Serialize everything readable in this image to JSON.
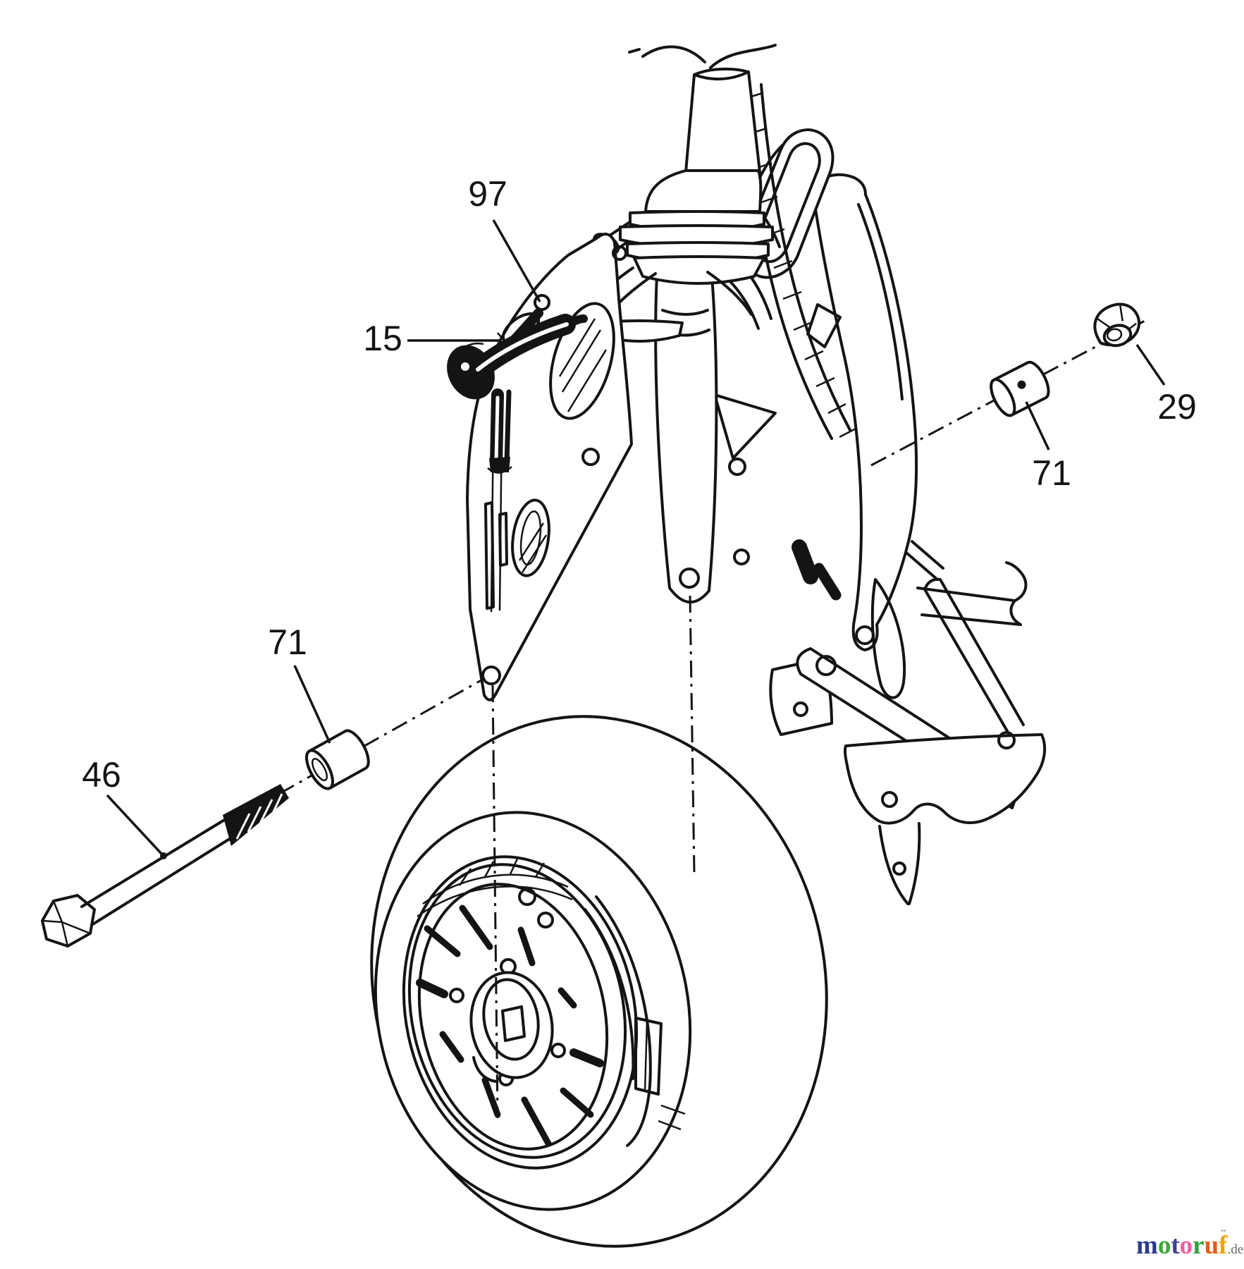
{
  "colors": {
    "ink": "#141414",
    "background": "#ffffff"
  },
  "diagram": {
    "type": "exploded-parts-diagram",
    "subject": "caster wheel assembly",
    "callouts": [
      {
        "id": "97",
        "label": "97"
      },
      {
        "id": "15",
        "label": "15"
      },
      {
        "id": "29",
        "label": "29"
      },
      {
        "id": "71-right",
        "label": "71"
      },
      {
        "id": "71-left",
        "label": "71"
      },
      {
        "id": "46",
        "label": "46"
      }
    ]
  },
  "logo": {
    "letters": [
      {
        "ch": "m",
        "color": "#2d3a8e"
      },
      {
        "ch": "o",
        "color": "#3aaa35"
      },
      {
        "ch": "t",
        "color": "#41409a"
      },
      {
        "ch": "o",
        "color": "#ec5fa1"
      },
      {
        "ch": "r",
        "color": "#33a13a"
      },
      {
        "ch": "u",
        "color": "#e55c1a"
      },
      {
        "ch": "f",
        "color": "#eda50a"
      }
    ],
    "suffix": ".de",
    "suffix_color": "#6b6b6b",
    "accent": "··"
  }
}
